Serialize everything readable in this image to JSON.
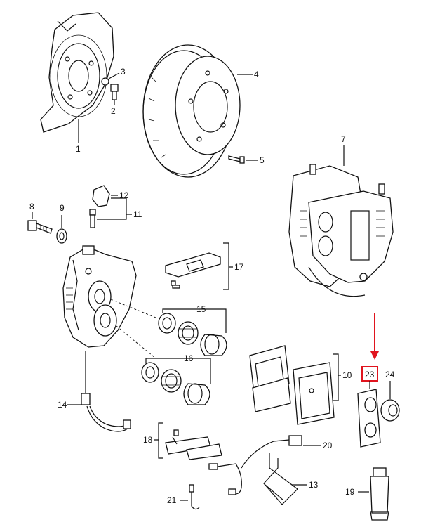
{
  "diagram": {
    "highlight_color": "#e0141e",
    "labels": {
      "p1": "1",
      "p2": "2",
      "p3": "3",
      "p4": "4",
      "p5": "5",
      "p7": "7",
      "p8": "8",
      "p9": "9",
      "p10": "10",
      "p11": "11",
      "p12": "12",
      "p13": "13",
      "p14": "14",
      "p15": "15",
      "p16": "16",
      "p17": "17",
      "p18": "18",
      "p19": "19",
      "p20": "20",
      "p21": "21",
      "p23": "23",
      "p24": "24"
    }
  }
}
